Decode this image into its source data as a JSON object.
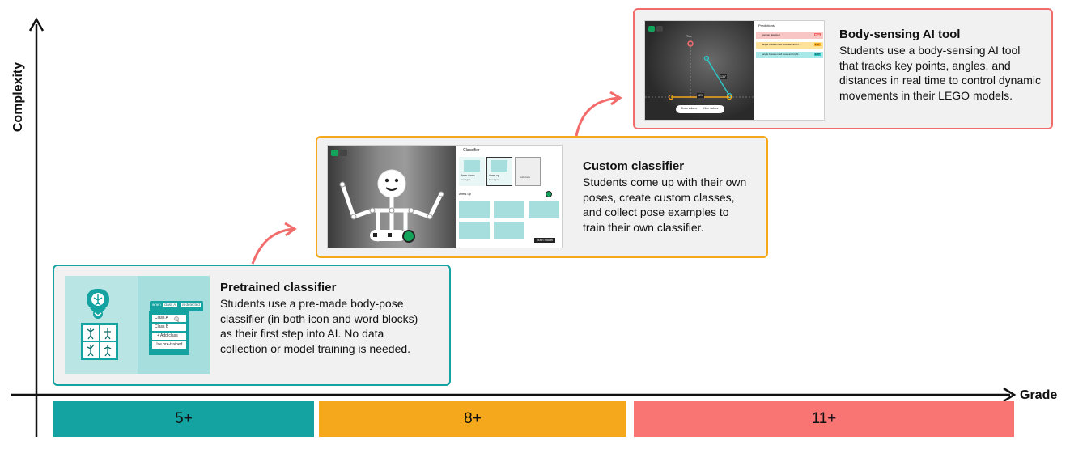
{
  "axes": {
    "y_label": "Complexity",
    "x_label": "Grade"
  },
  "colors": {
    "teal": "#14a3a0",
    "orange": "#f5a81c",
    "coral": "#f36c6c",
    "card_bg": "#f1f1f1"
  },
  "grades": [
    {
      "label": "5+"
    },
    {
      "label": "8+"
    },
    {
      "label": "11+"
    }
  ],
  "cards": {
    "pretrained": {
      "title": "Pretrained classifier",
      "body": "Students use a pre-made body-pose classifier (in both icon and word blocks) as their first step into AI. No data collection or model training is needed.",
      "ui": {
        "block_when": "when",
        "block_class": "class A",
        "block_detected": "is detected",
        "menu": [
          "Class A",
          "Class B",
          "+ Add class",
          "Use pre-trained"
        ]
      }
    },
    "custom": {
      "title": "Custom classifier",
      "body": "Students come up with their own poses, create custom classes, and collect pose examples to train their own classifier.",
      "ui": {
        "panel_title": "Classifier",
        "class1_name": "Arms down",
        "class1_count": "6 images",
        "class2_name": "Arms up",
        "class2_count": "6 images",
        "add_class": "Add class",
        "section_label": "Arms up",
        "train_button": "Train model"
      }
    },
    "bodysensing": {
      "title": "Body-sensing AI tool",
      "body": "Students use a body-sensing AI tool that tracks key points, angles, and distances in real time to control dynamic movements in their LEGO models.",
      "ui": {
        "panel_title": "Predictions",
        "rows": [
          {
            "label": "person detected",
            "value": "True"
          },
          {
            "label": "angle between left shoulder and ri...",
            "value": "138°"
          },
          {
            "label": "angle between left knee and right...",
            "value": "129°"
          }
        ],
        "show_values": "Show values",
        "hide_values": "Hide values",
        "angle_label_a": "138°",
        "angle_label_b": "129°",
        "top_label": "True"
      }
    }
  }
}
